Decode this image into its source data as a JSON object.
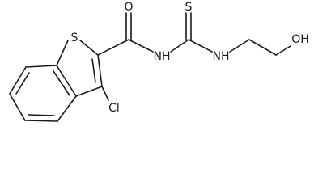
{
  "molecule": {
    "atoms": {
      "S_ring": "S",
      "O_carbonyl": "O",
      "N_amide": "NH",
      "S_thio": "S",
      "N_amine": "NH",
      "OH": "OH",
      "Cl": "Cl"
    }
  },
  "colors": {
    "ink": "#1a1a1a",
    "background": "#ffffff"
  }
}
